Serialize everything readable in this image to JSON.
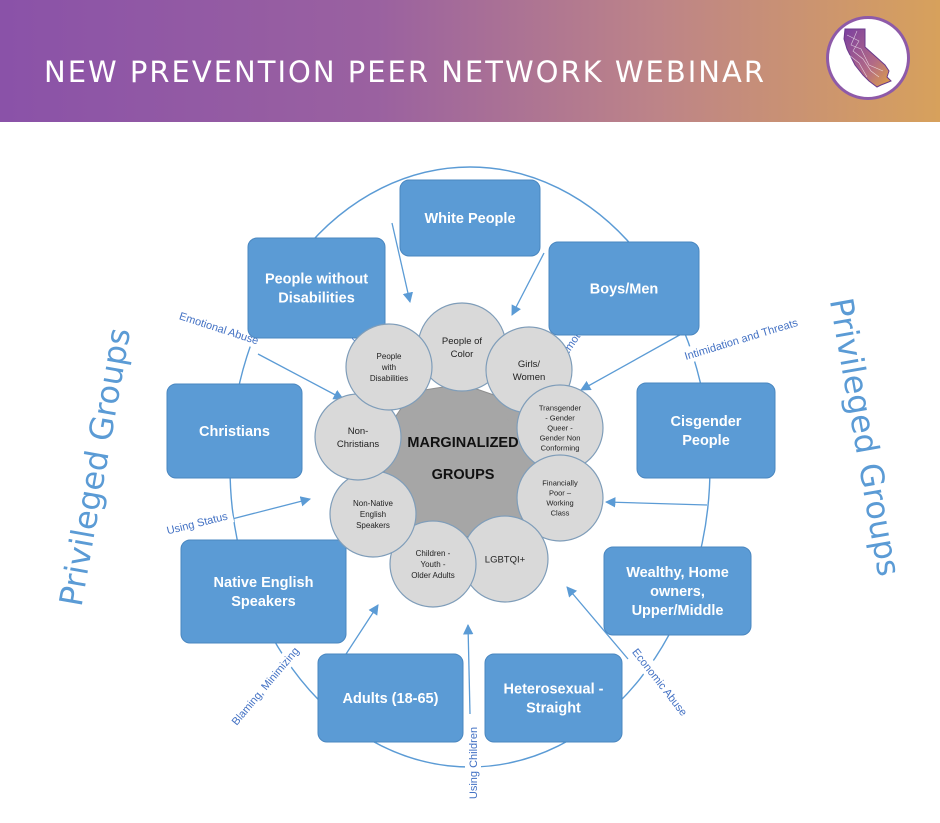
{
  "header": {
    "title": "NEW PREVENTION PEER NETWORK WEBINAR",
    "logo_icon": "california-map-logo"
  },
  "colors": {
    "box_fill": "#5b9bd5",
    "circle_fill": "#d9d9d9",
    "center_fill": "#a6a6a6",
    "arrow": "#5b9bd5",
    "label_text": "#4472c4"
  },
  "side_labels": {
    "left": "Privileged Groups",
    "right": "Privileged Groups"
  },
  "center": {
    "line1": "MARGINALIZED",
    "line2": "GROUPS"
  },
  "privileged_groups": [
    {
      "id": "white-people",
      "lines": [
        "White People"
      ]
    },
    {
      "id": "boys-men",
      "lines": [
        "Boys/Men"
      ]
    },
    {
      "id": "cisgender-people",
      "lines": [
        "Cisgender",
        "People"
      ]
    },
    {
      "id": "wealthy",
      "lines": [
        "Wealthy, Home",
        "owners,",
        "Upper/Middle"
      ]
    },
    {
      "id": "heterosexual",
      "lines": [
        "Heterosexual -",
        "Straight"
      ]
    },
    {
      "id": "adults",
      "lines": [
        "Adults (18-65)"
      ]
    },
    {
      "id": "native-english",
      "lines": [
        "Native English",
        "Speakers"
      ]
    },
    {
      "id": "christians",
      "lines": [
        "Christians"
      ]
    },
    {
      "id": "people-without-disabilities",
      "lines": [
        "People without",
        "Disabilities"
      ]
    }
  ],
  "marginalized_groups": [
    {
      "id": "people-of-color",
      "lines": [
        "People of",
        "Color"
      ]
    },
    {
      "id": "girls-women",
      "lines": [
        "Girls/",
        "Women"
      ]
    },
    {
      "id": "transgender",
      "lines": [
        "Transgender",
        "- Gender",
        "Queer -",
        "Gender Non",
        "Conforming"
      ]
    },
    {
      "id": "financially-poor",
      "lines": [
        "Financially",
        "Poor –",
        "Working",
        "Class"
      ]
    },
    {
      "id": "lgbtqi",
      "lines": [
        "LGBTQI+"
      ]
    },
    {
      "id": "children-youth",
      "lines": [
        "Children -",
        "Youth -",
        "Older Adults"
      ]
    },
    {
      "id": "non-native-english",
      "lines": [
        "Non-Native",
        "English",
        "Speakers"
      ]
    },
    {
      "id": "non-christians",
      "lines": [
        "Non-",
        "Christians"
      ]
    },
    {
      "id": "people-with-disabilities",
      "lines": [
        "People",
        "with",
        "Disabilities"
      ]
    }
  ],
  "arrow_labels": [
    {
      "id": "using-knowledge-of-systems",
      "text": "Using Knowledge of Systems"
    },
    {
      "id": "emotional-abuse-top",
      "text": "Emotional Abuse"
    },
    {
      "id": "intimidation-and-threats",
      "text": "Intimidation and Threats"
    },
    {
      "id": "economic-abuse",
      "text": "Economic Abuse"
    },
    {
      "id": "using-children",
      "text": "Using Children"
    },
    {
      "id": "blaming-minimizing",
      "text": "Blaming, Minimizing"
    },
    {
      "id": "using-status",
      "text": "Using Status"
    },
    {
      "id": "emotional-abuse-left",
      "text": "Emotional Abuse"
    }
  ]
}
